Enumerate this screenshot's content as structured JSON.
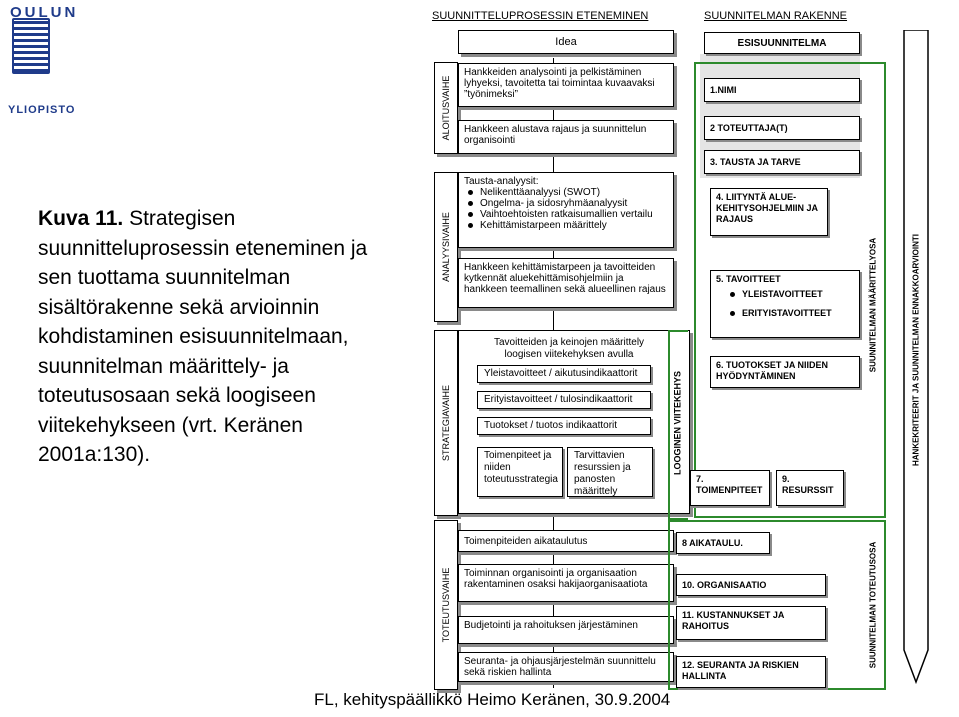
{
  "logo": {
    "line1": "OULUN",
    "line2": "YLIOPISTO"
  },
  "caption": {
    "bold": "Kuva 11.",
    "text": "Strategisen suunnitteluprosessin eteneminen ja sen tuottama suunnitelman sisältörakenne sekä arvioinnin kohdistaminen esisuunnitelmaan, suunnitelman määrittely- ja toteutusosaan sekä loogiseen viitekehykseen (vrt. Keränen 2001a:130)."
  },
  "headers": {
    "process": "SUUNNITTELUPROSESSIN ETENEMINEN",
    "structure": "SUUNNITELMAN RAKENNE"
  },
  "phases": {
    "start": "ALOITUSVAIHE",
    "analysis": "ANALYYSIVAIHE",
    "strategy": "STRATEGIAVAIHE",
    "implementation": "TOTEUTUSVAIHE"
  },
  "process": {
    "idea": "Idea",
    "hanke1": "Hankkeiden analysointi ja pelkistäminen lyhyeksi, tavoitetta tai toimintaa kuvaavaksi ”työnimeksi”",
    "hanke2": "Hankkeen alustava rajaus ja suunnittelun organisointi",
    "tausta_title": "Tausta-analyysit:",
    "tausta_items": [
      "Nelikenttäanalyysi (SWOT)",
      "Ongelma- ja sidosryhmäanalyysit",
      "Vaihtoehtoisten ratkaisumallien vertailu",
      "Kehittämistarpeen määrittely"
    ],
    "kehittamis": "Hankkeen kehittämistarpeen ja tavoitteiden kytkennät aluekehittämisohjelmiin ja hankkeen teemallinen sekä alueellinen rajaus",
    "tavoitteiden": "Tavoitteiden ja keinojen määrittely loogisen viitekehyksen avulla",
    "yleistavoitteet": "Yleistavoitteet / aikutusindikaattorit",
    "erityistavoitteet": "Erityistavoitteet / tulosindikaattorit",
    "tuotokset": "Tuotokset / tuotos indikaattorit",
    "toimenpiteet": "Toimenpiteet ja niiden toteutusstrategia",
    "tarvittavien": "Tarvittavien resurssien ja panosten määrittely",
    "aikataulu": "Toimenpiteiden aikataulutus",
    "organisointi": "Toiminnan organisointi ja organisaation rakentaminen osaksi hakijaorganisaatiota",
    "budjetointi": "Budjetointi ja rahoituksen järjestäminen",
    "seuranta": "Seuranta- ja ohjausjärjestelmän suunnittelu sekä riskien hallinta",
    "looginen": "LOOGINEN VIITEKEHYS"
  },
  "structure": {
    "esisuunnitelma": "ESISUUNNITELMA",
    "nimi": "1.NIMI",
    "toteuttaja": "2 TOTEUTTAJA(T)",
    "tausta": "3. TAUSTA JA TARVE",
    "liityntä": "4. LIITYNTÄ ALUE-KEHITYSOHJELMIIN JA RAJAUS",
    "tavoitteet": "5. TAVOITTEET",
    "yleis": "YLEISTAVOITTEET",
    "erityis": "ERITYISTAVOITTEET",
    "tuotokset": "6. TUOTOKSET JA NIIDEN HYÖDYNTÄMINEN",
    "toimenpiteet": "7. TOIMENPITEET",
    "resurssit": "9. RESURSSIT",
    "aikataulu": "8 AIKATAULU.",
    "organisaatio": "10. ORGANISAATIO",
    "kustannukset": "11. KUSTANNUKSET JA RAHOITUS",
    "seuranta": "12. SEURANTA JA RISKIEN HALLINTA",
    "maarittely": "SUUNNITELMAN MÄÄRITTELYOSA",
    "toteutus": "SUUNNITELMAN TOTEUTUSOSA",
    "kriteerit": "HANKEKRITEERIT JA SUUNNITELMAN ENNAKKOARVIOINTI"
  },
  "footer": "FL, kehityspäällikkö Heimo Keränen, 30.9.2004"
}
